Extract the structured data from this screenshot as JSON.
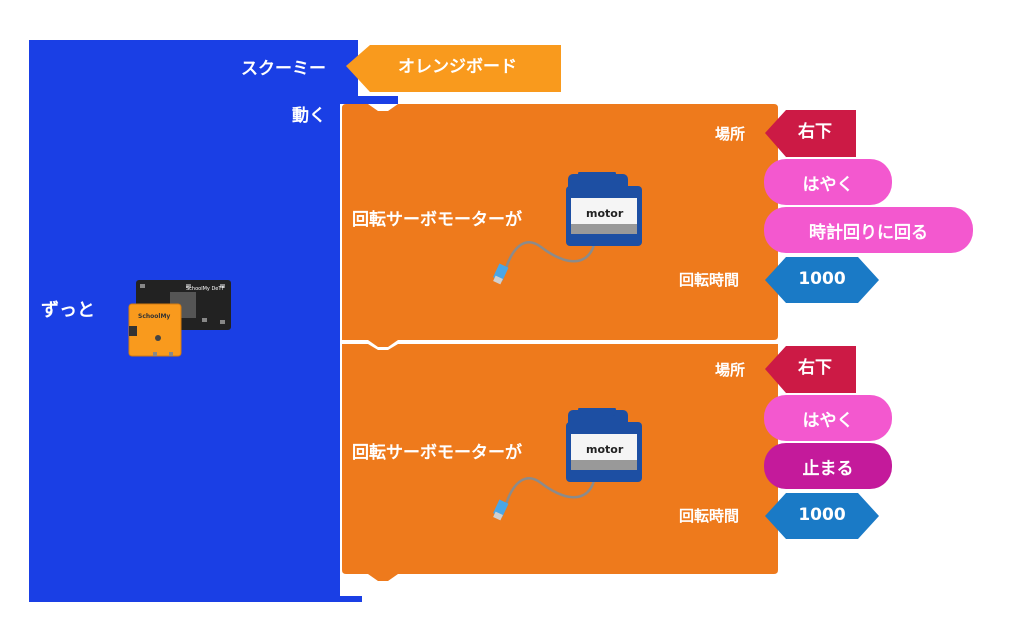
{
  "forever_block": {
    "label": "ずっと"
  },
  "header": {
    "skoomy_label": "スクーミー",
    "board_value": "オレンジボード",
    "move_label": "動く"
  },
  "servo_blocks": [
    {
      "label": "回転サーボモーターが",
      "location_label": "場所",
      "location_value": "右下",
      "speed_value": "はやく",
      "direction_value": "時計回りに回る",
      "time_label": "回転時間",
      "time_value": "1000",
      "motor_text": "motor"
    },
    {
      "label": "回転サーボモーターが",
      "location_label": "場所",
      "location_value": "右下",
      "speed_value": "はやく",
      "direction_value": "止まる",
      "time_label": "回転時間",
      "time_value": "1000",
      "motor_text": "motor"
    }
  ],
  "board_icon": {
    "back_text": "SchoolMy DeTF",
    "front_text": "SchoolMy"
  },
  "colors": {
    "forever_blue": "#1a3fe5",
    "servo_orange": "#ee7a1c",
    "board_orange": "#f99a1d",
    "location_red": "#cc1a45",
    "speed_pink": "#f358cf",
    "stop_magenta": "#c41a9b",
    "time_blue": "#1a7ac6"
  }
}
